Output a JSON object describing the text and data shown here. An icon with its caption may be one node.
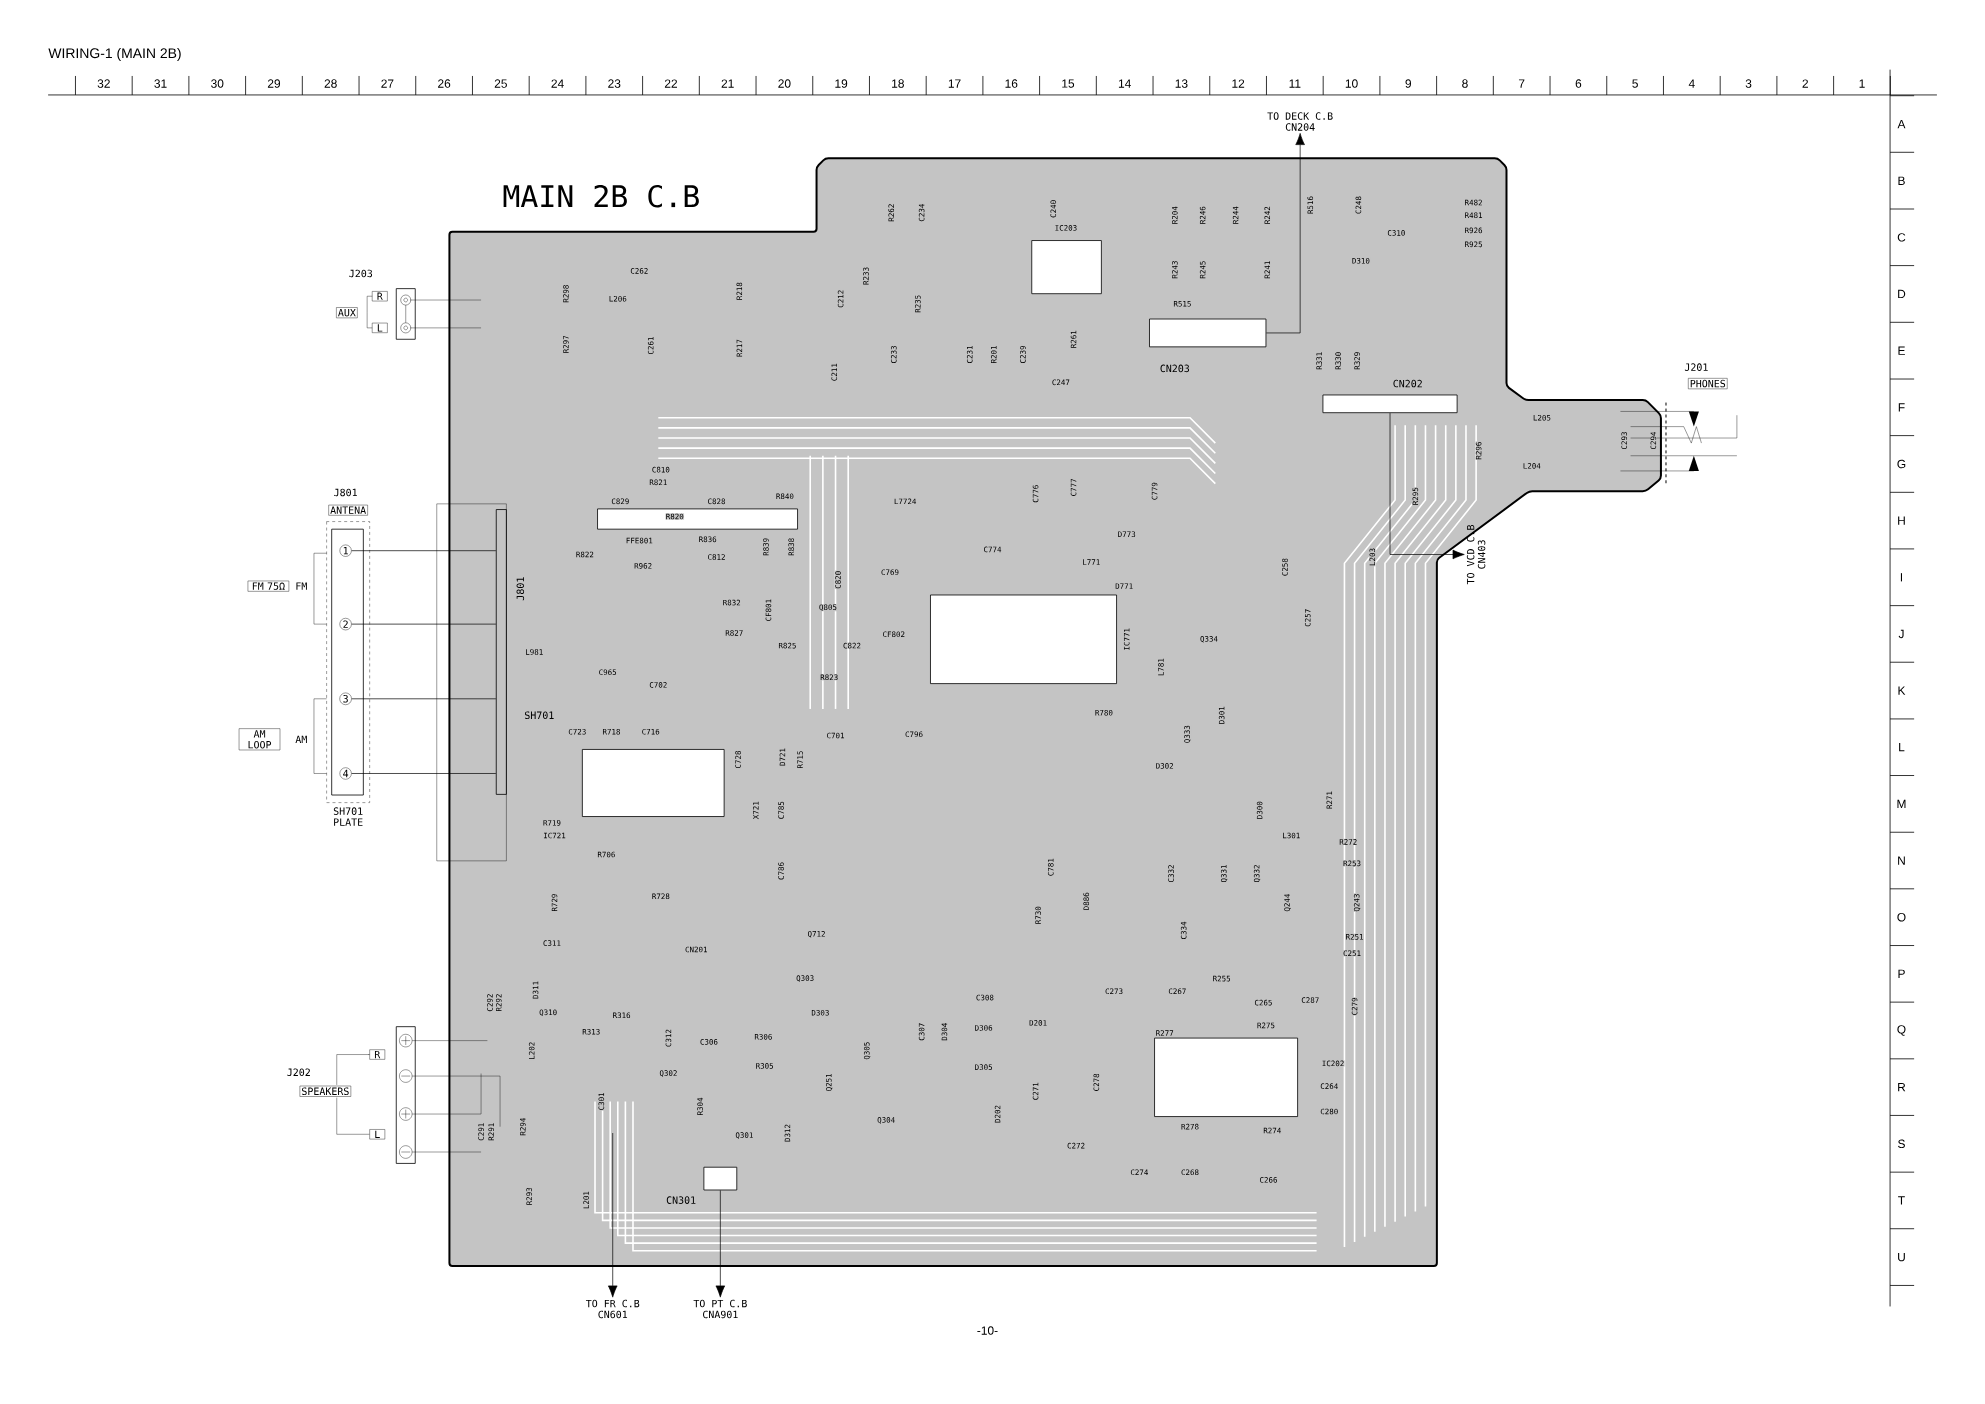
{
  "diagram": {
    "title": "WIRING-1 (MAIN 2B)",
    "nodes": [
      {
        "text": [
          "MAIN 2B C.B"
        ]
      },
      {
        "text": [
          "CN203"
        ],
        "in": 0
      },
      {
        "text": [
          "CN202"
        ],
        "in": 0
      },
      {
        "text": [
          "CN301"
        ],
        "in": 0
      },
      {
        "text": [
          "TO DECK C.B",
          "CN204"
        ]
      },
      {
        "text": [
          "TO VCD C.B",
          "CN403"
        ]
      },
      {
        "text": [
          "TO FR C.B",
          "CN601"
        ]
      },
      {
        "text": [
          "TO PT C.B",
          "CNA901"
        ]
      },
      {
        "text": [
          "J203"
        ]
      },
      {
        "text": [
          "J801",
          "ANTENA"
        ]
      },
      {
        "text": [
          "1"
        ],
        "in": 9
      },
      {
        "text": [
          "2"
        ],
        "in": 9
      },
      {
        "text": [
          "3"
        ],
        "in": 9
      },
      {
        "text": [
          "4"
        ],
        "in": 9
      },
      {
        "text": [
          "J801"
        ],
        "in": 0
      },
      {
        "text": [
          "J202",
          "SPEAKERS"
        ]
      },
      {
        "text": [
          "J201",
          "PHONES"
        ]
      }
    ],
    "edges": [
      {
        "from": 1,
        "to": 4,
        "arrow": "to"
      },
      {
        "from": 2,
        "to": 5,
        "arrow": "to"
      },
      {
        "from": 3,
        "to": 7,
        "arrow": "to"
      },
      {
        "from": null,
        "to": 6,
        "arrow": "to"
      },
      {
        "from": 10,
        "to": 14,
        "arrow": "none"
      },
      {
        "from": 11,
        "to": 14,
        "arrow": "none"
      },
      {
        "from": 12,
        "to": 14,
        "arrow": "none"
      },
      {
        "from": 13,
        "to": 14,
        "arrow": "none"
      }
    ],
    "labels": [
      "32",
      "31",
      "30",
      "29",
      "28",
      "27",
      "26",
      "25",
      "24",
      "23",
      "22",
      "21",
      "20",
      "19",
      "18",
      "17",
      "16",
      "15",
      "14",
      "13",
      "12",
      "11",
      "10",
      "9",
      "8",
      "7",
      "6",
      "5",
      "4",
      "3",
      "2",
      "1",
      "A",
      "B",
      "C",
      "D",
      "E",
      "F",
      "G",
      "H",
      "I",
      "J",
      "K",
      "L",
      "M",
      "N",
      "O",
      "P",
      "Q",
      "R",
      "S",
      "T",
      "U",
      "R",
      "L",
      "AUX",
      "FM 75Ω",
      "FM",
      "AM LOOP",
      "AM",
      "SH701 PLATE",
      "SH701",
      "R",
      "L",
      "C262",
      "R298",
      "L206",
      "R297",
      "C261",
      "R218",
      "R217",
      "C212",
      "C211",
      "R233",
      "R235",
      "R262",
      "C234",
      "C233",
      "C231",
      "R201",
      "C239",
      "C247",
      "R261",
      "IC203",
      "C240",
      "R204",
      "R246",
      "R244",
      "R242",
      "R243",
      "R245",
      "R241",
      "R515",
      "R516",
      "C248",
      "C310",
      "D310",
      "R482",
      "R481",
      "R926",
      "R925",
      "R331",
      "R330",
      "R329",
      "L205",
      "L204",
      "R296",
      "R295",
      "L203",
      "C258",
      "C257",
      "C810",
      "R821",
      "C829",
      "C828",
      "R840",
      "R820",
      "FFE801",
      "R822",
      "R836",
      "C812",
      "R839",
      "R838",
      "R962",
      "L981",
      "C965",
      "C702",
      "R832",
      "R827",
      "CF801",
      "R825",
      "C820",
      "Q805",
      "CF802",
      "C822",
      "R823",
      "C769",
      "L7724",
      "C774",
      "C776",
      "C777",
      "C779",
      "L771",
      "D773",
      "D771",
      "IC771",
      "L781",
      "R780",
      "C701",
      "C796",
      "C728",
      "D721",
      "R715",
      "X721",
      "C785",
      "C786",
      "C723",
      "R718",
      "C716",
      "IC721",
      "R719",
      "R706",
      "R728",
      "R729",
      "Q712",
      "R730",
      "D886",
      "C781",
      "Q334",
      "Q333",
      "D301",
      "D302",
      "D300",
      "C332",
      "Q331",
      "Q332",
      "L301",
      "R271",
      "R272",
      "C334",
      "Q244",
      "Q243",
      "R253",
      "R251",
      "C251",
      "R255",
      "C273",
      "C267",
      "C265",
      "R275",
      "C279",
      "C287",
      "R277",
      "IC202",
      "C264",
      "C280",
      "R278",
      "R274",
      "C272",
      "C274",
      "C268",
      "C266",
      "C278",
      "D202",
      "C271",
      "D201",
      "C308",
      "D306",
      "D305",
      "C307",
      "D304",
      "Q305",
      "Q304",
      "D303",
      "Q303",
      "CN201",
      "D312",
      "Q251",
      "Q301",
      "Q302",
      "C306",
      "C312",
      "C311",
      "D311",
      "Q310",
      "R313",
      "L202",
      "C301",
      "R294",
      "R293",
      "L201",
      "R316",
      "C292",
      "R292",
      "C291",
      "R291",
      "C293",
      "C294",
      "R306",
      "R305",
      "R304",
      "-10-"
    ]
  }
}
